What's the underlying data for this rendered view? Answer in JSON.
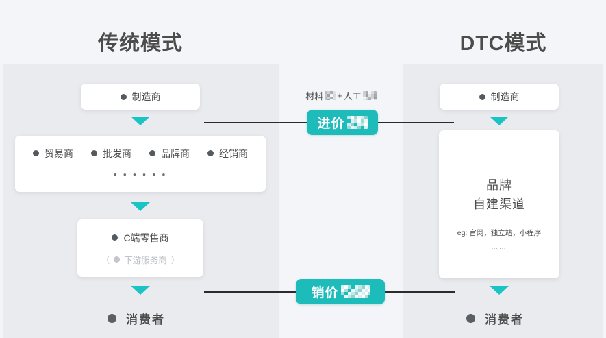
{
  "columns": {
    "left": {
      "title": "传统模式"
    },
    "right": {
      "title": "DTC模式"
    }
  },
  "left_column": {
    "manufacturer": "制造商",
    "distributors": [
      "贸易商",
      "批发商",
      "品牌商",
      "经销商"
    ],
    "distributors_more": "• • • • • •",
    "retailer": "C端零售商",
    "retailer_sub_prefix": "（",
    "retailer_sub": "下游服务商",
    "retailer_sub_suffix": "）",
    "consumer": "消费者"
  },
  "right_column": {
    "manufacturer": "制造商",
    "brand_line1": "品牌",
    "brand_line2": "自建渠道",
    "brand_example": "eg: 官网，独立站，小程序",
    "brand_example_more": "……",
    "consumer": "消费者"
  },
  "middle": {
    "cost_caption_part1": "材料",
    "cost_caption_plus": "+",
    "cost_caption_part2": "人工",
    "cost_caption_redacted_1": "[redacted]",
    "cost_caption_redacted_2": "[redacted]",
    "buy_badge_label": "进价",
    "buy_badge_redacted": "[redacted]",
    "sell_badge_label": "销价",
    "sell_badge_redacted": "[redacted]"
  },
  "colors": {
    "page_background": "#f4f5f8",
    "panel_background": "#eaebef",
    "card_background": "#ffffff",
    "accent_teal": "#1ebbbb",
    "arrow_teal": "#1ac4c4",
    "text_dark": "#4d4d4d",
    "line_dark": "#2b2b2b",
    "dot_grey": "#555a5f",
    "muted_grey": "#b8bcc2"
  }
}
